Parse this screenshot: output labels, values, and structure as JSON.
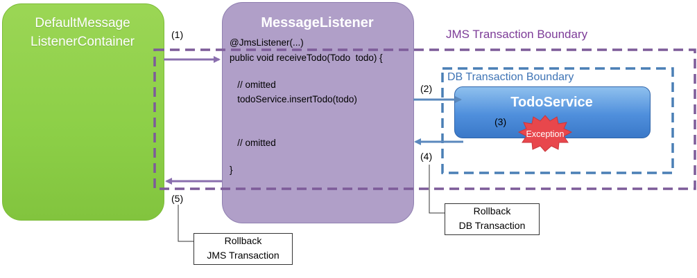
{
  "container": {
    "line1": "DefaultMessage",
    "line2": "ListenerContainer"
  },
  "listener": {
    "title": "MessageListener",
    "code": [
      "@JmsListener(...)",
      "public void receiveTodo(Todo  todo) {",
      "   // omitted",
      "   todoService.insertTodo(todo)",
      "   // omitted",
      "}"
    ]
  },
  "boundaries": {
    "jms": "JMS Transaction Boundary",
    "db": "DB Transaction Boundary"
  },
  "service": {
    "title": "TodoService",
    "exception": "Exception"
  },
  "steps": {
    "s1": "(1)",
    "s2": "(2)",
    "s3": "(3)",
    "s4": "(4)",
    "s5": "(5)"
  },
  "callouts": {
    "db_rollback": [
      "Rollback",
      "DB Transaction"
    ],
    "jms_rollback": [
      "Rollback",
      "JMS Transaction"
    ]
  },
  "colors": {
    "container_green": "#8ccf47",
    "listener_purple": "#b09fc8",
    "jms_boundary": "#7d5b99",
    "db_boundary": "#4a7fb5",
    "service_blue": "#4f8fdc",
    "exception_red": "#e8474c"
  }
}
